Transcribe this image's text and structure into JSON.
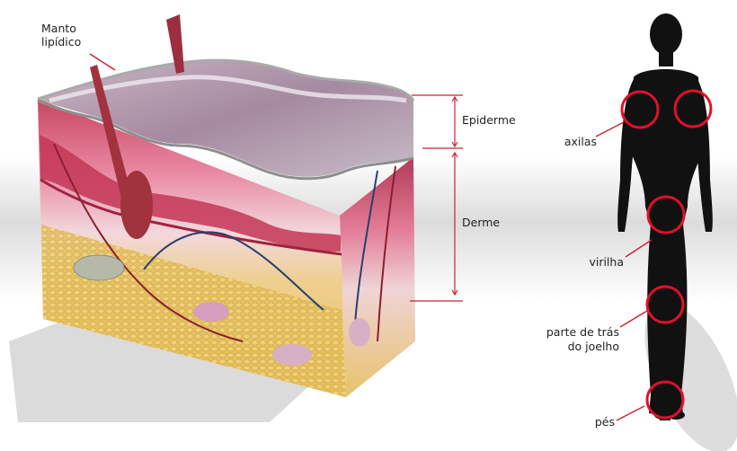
{
  "skin_labels": {
    "manto_line1": "Manto",
    "manto_line2": "lipídico",
    "epiderme": "Epiderme",
    "derme": "Derme"
  },
  "body_labels": {
    "axilas": "axilas",
    "virilha": "virilha",
    "joelho_line1": "parte de trás",
    "joelho_line2": "do joelho",
    "pes": "pés"
  },
  "colors": {
    "marker_red": "#e0102a",
    "silhouette": "#111111",
    "bracket_red": "#cc2233"
  }
}
